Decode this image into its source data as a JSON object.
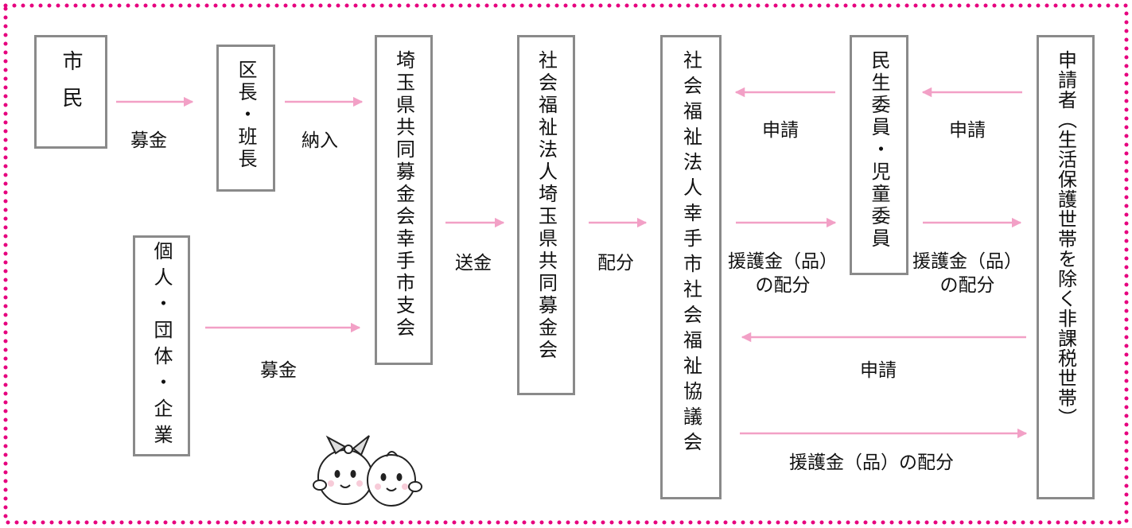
{
  "colors": {
    "border_dots": "#e6007e",
    "arrow": "#f2a0c6",
    "box_border": "#8a8a8a"
  },
  "boxes": {
    "citizens": "市民",
    "ward_heads": "区長・班長",
    "individuals": "個人・団体・企業",
    "branch": "埼玉県共同募金会幸手市支会",
    "prefecture": "社会福祉法人埼玉県共同募金会",
    "council": "社会福祉法人幸手市社会福祉協議会",
    "welfare_commissioners": "民生委員・児童委員",
    "applicants": "申請者（生活保護世帯を除く非課税世帯）"
  },
  "labels": {
    "donation_1": "募金",
    "payment": "納入",
    "donation_2": "募金",
    "remittance": "送金",
    "distribution": "配分",
    "apply_1": "申請",
    "apply_2": "申請",
    "apply_3": "申請",
    "aid_dist_1_line1": "援護金（品）",
    "aid_dist_1_line2": "の配分",
    "aid_dist_2_line1": "援護金（品）",
    "aid_dist_2_line2": "の配分",
    "aid_dist_3": "援護金（品）の配分"
  },
  "mascot": {
    "icon": "twin-mascot-characters"
  }
}
